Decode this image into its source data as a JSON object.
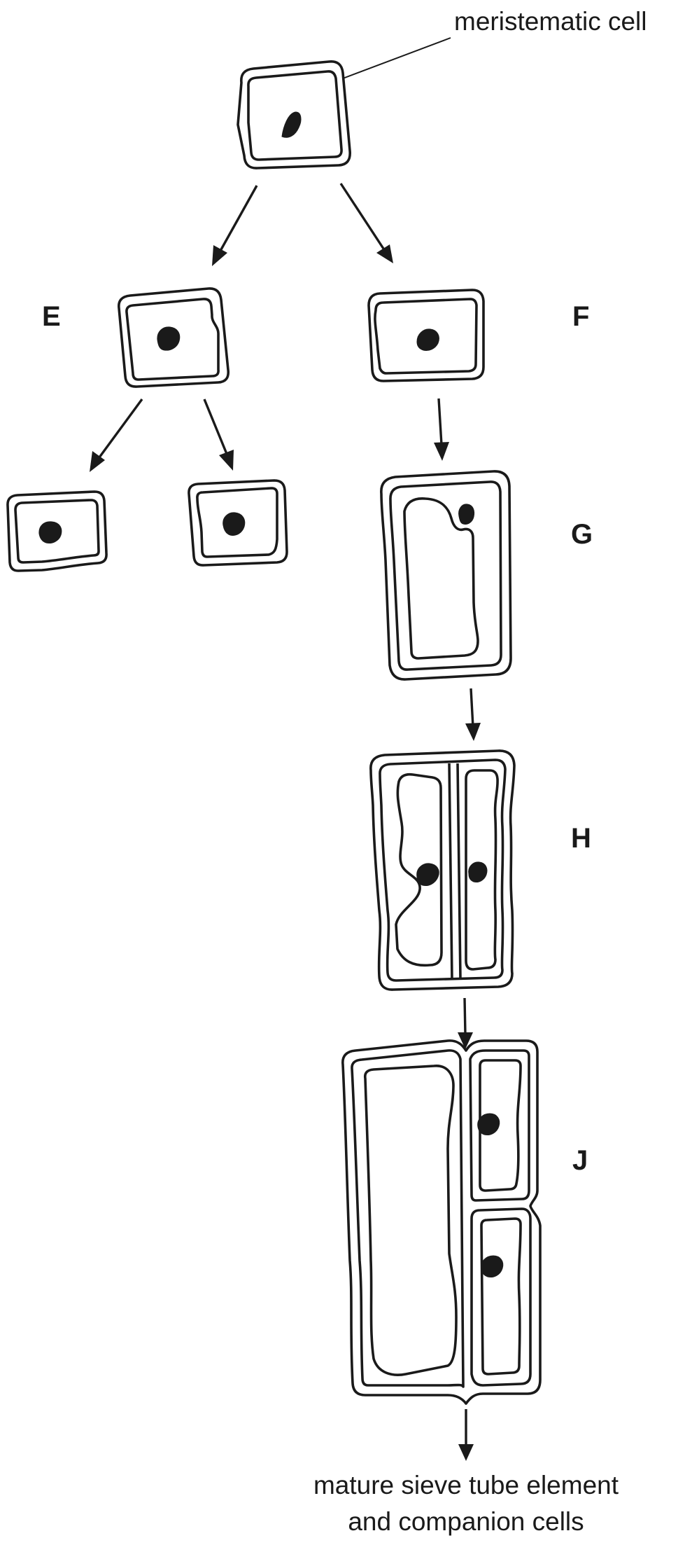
{
  "labels": {
    "meristematic_cell": "meristematic cell",
    "E": "E",
    "F": "F",
    "G": "G",
    "H": "H",
    "J": "J",
    "mature_line1": "mature sieve tube element",
    "mature_line2": "and companion cells"
  },
  "colors": {
    "ink": "#1a1a1a",
    "background": "#ffffff"
  }
}
